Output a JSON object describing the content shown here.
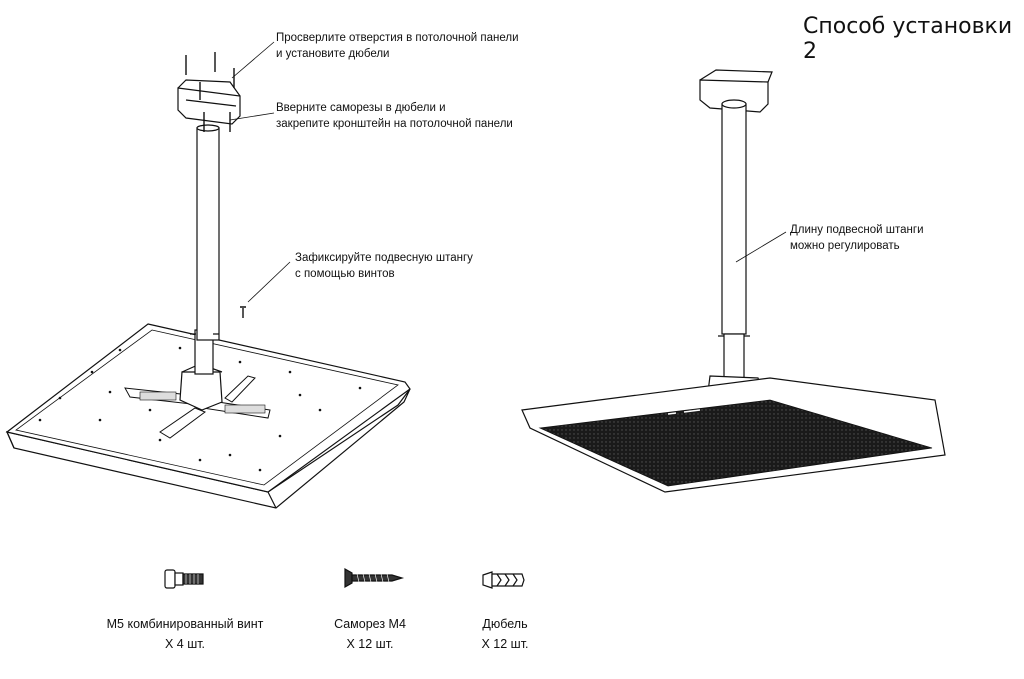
{
  "title": "Способ установки 2",
  "notes": {
    "drill": [
      "Просверлите отверстия в потолочной панели",
      "и установите дюбели"
    ],
    "screw": [
      "Вверните саморезы в дюбели и",
      "закрепите кронштейн на потолочной панели"
    ],
    "fix": [
      "Зафиксируйте подвесную штангу",
      "с помощью винтов"
    ],
    "adjust": [
      "Длину подвесной штанги",
      "можно регулировать"
    ]
  },
  "parts": [
    {
      "name": "М5 комбинированный винт",
      "qty": "X 4 шт.",
      "icon": "combination-screw-icon"
    },
    {
      "name": "Саморез М4",
      "qty": "X 12 шт.",
      "icon": "self-tapping-screw-icon"
    },
    {
      "name": "Дюбель",
      "qty": "X 12 шт.",
      "icon": "dowel-icon"
    }
  ]
}
